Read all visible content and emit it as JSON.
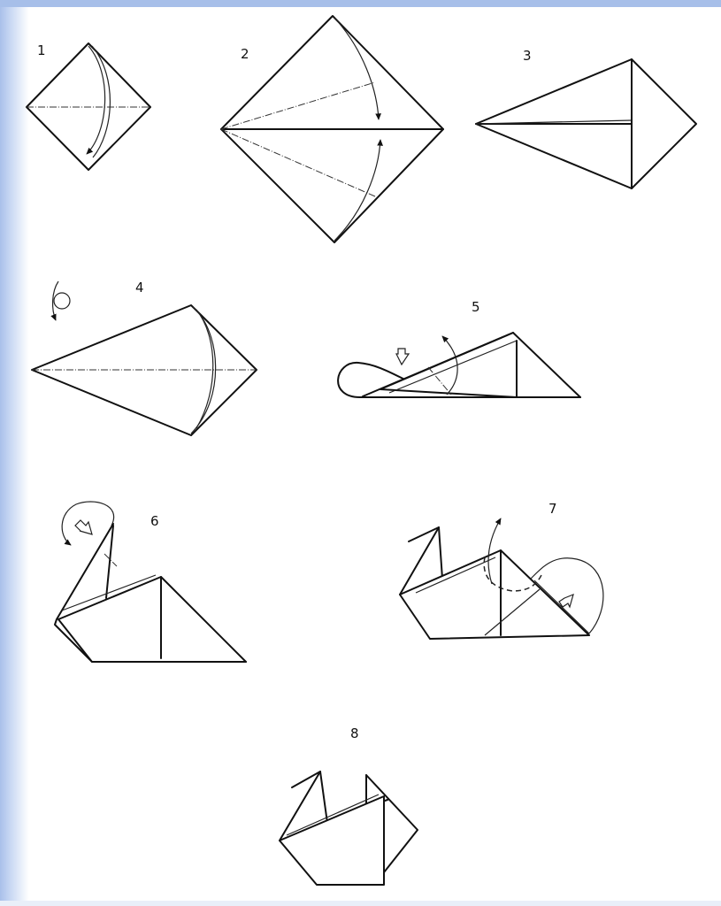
{
  "steps": [
    {
      "label": "1"
    },
    {
      "label": "2"
    },
    {
      "label": "3"
    },
    {
      "label": "4"
    },
    {
      "label": "5"
    },
    {
      "label": "6"
    },
    {
      "label": "7"
    },
    {
      "label": "8"
    }
  ],
  "colors": {
    "frame": "#a7bfe9",
    "ink": "#111111",
    "paper": "#ffffff"
  }
}
